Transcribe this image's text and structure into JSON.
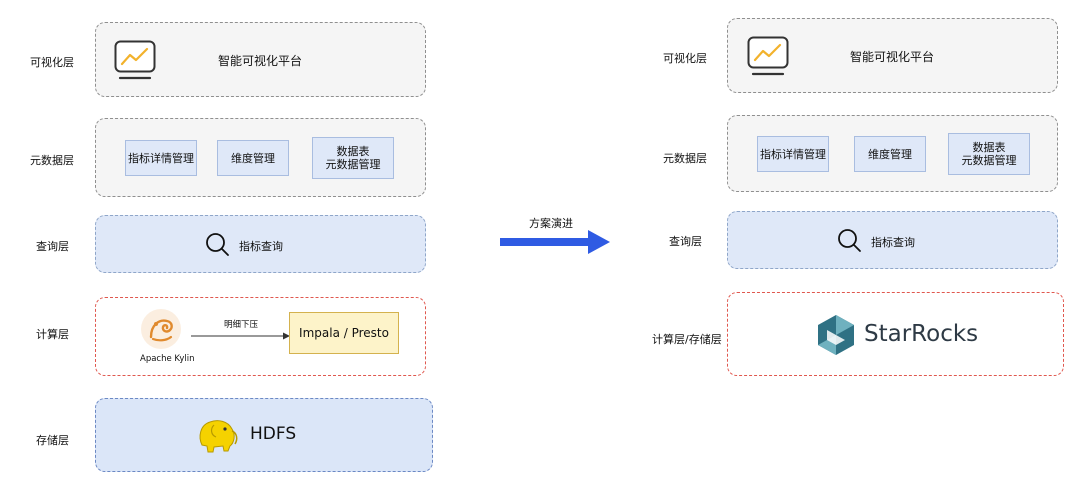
{
  "left": {
    "layers": {
      "visual": "可视化层",
      "metadata": "元数据层",
      "query": "查询层",
      "compute": "计算层",
      "storage": "存储层"
    },
    "visual_platform": "智能可视化平台",
    "metadata_items": [
      "指标详情管理",
      "维度管理",
      "数据表",
      "元数据管理"
    ],
    "query_label": "指标查询",
    "kylin_label": "Apache Kylin",
    "pushdown_label": "明细下压",
    "impala_label": "Impala / Presto",
    "hdfs_label": "HDFS"
  },
  "middle": {
    "evolution_label": "方案演进"
  },
  "right": {
    "layers": {
      "visual": "可视化层",
      "metadata": "元数据层",
      "query": "查询层",
      "compute_storage": "计算层/存储层"
    },
    "visual_platform": "智能可视化平台",
    "metadata_items": [
      "指标详情管理",
      "维度管理",
      "数据表",
      "元数据管理"
    ],
    "query_label": "指标查询",
    "starrocks_label": "StarRocks"
  },
  "colors": {
    "arrow": "#2f5be3",
    "chart_icon": "#f2b22c",
    "red_dash": "#e0584f",
    "hdfs_elephant": "#f5d200",
    "starrocks_teal": "#2f7184",
    "starrocks_light": "#6fb1bf"
  }
}
